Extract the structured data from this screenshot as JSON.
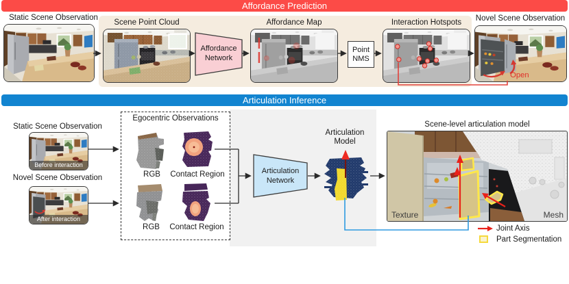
{
  "affordance": {
    "banner": "Affordance Prediction",
    "static_scene_label": "Static Scene Observation",
    "scene_point_cloud_label": "Scene Point Cloud",
    "network_line1": "Affordance",
    "network_line2": "Network",
    "affordance_map_label": "Affordance Map",
    "nms_line1": "Point",
    "nms_line2": "NMS",
    "hotspots_label": "Interaction Hotspots",
    "novel_scene_label": "Novel Scene Observation",
    "open_label": "Open"
  },
  "articulation": {
    "banner": "Articulation Inference",
    "static_scene_label": "Static Scene Observation",
    "before_label": "Before interaction",
    "novel_scene_label": "Novel Scene Observation",
    "after_label": "After interaction",
    "egocentric_label": "Egocentric Observations",
    "rgb_label": "RGB",
    "contact_label": "Contact Region",
    "network_line1": "Articulation",
    "network_line2": "Network",
    "model_line1": "Articulation",
    "model_line2": "Model",
    "scene_model_label": "Scene-level articulation model",
    "texture_label": "Texture",
    "mesh_label": "Mesh",
    "legend": {
      "joint_axis": "Joint Axis",
      "part_segmentation": "Part Segmentation"
    }
  },
  "colors": {
    "banner_red": "#fc4b47",
    "banner_blue": "#1284d0",
    "panel_beige": "#f5ecdf",
    "panel_gray": "#f1f1f1",
    "affordance_network_fill": "#f9cfd4",
    "articulation_network_fill": "#c9e6f8",
    "joint_axis_red": "#e8211a",
    "part_segmentation_yellow": "#f5d93c",
    "hotspot_dot": "#f4978f"
  }
}
